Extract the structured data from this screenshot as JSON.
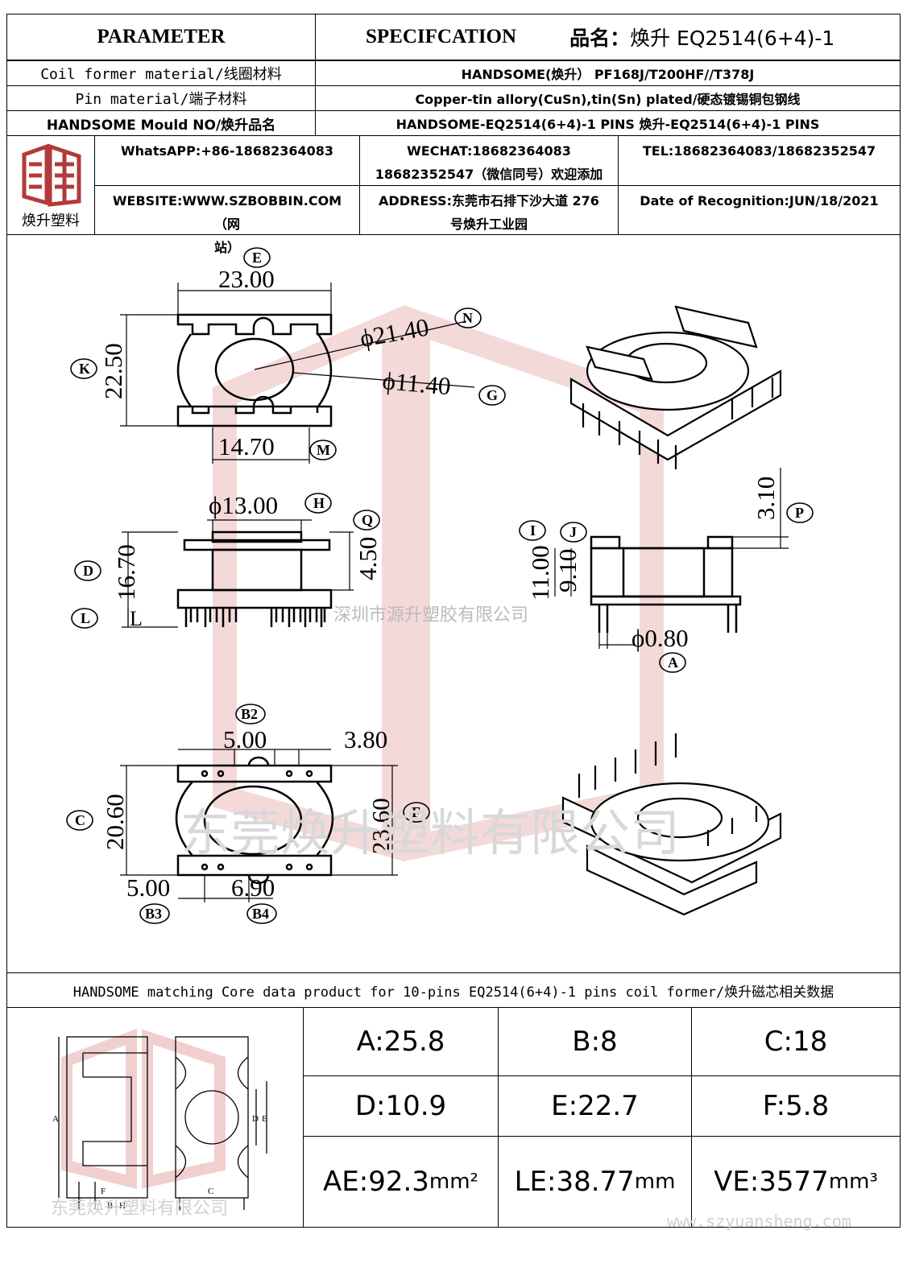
{
  "header": {
    "parameter": "PARAMETER",
    "specification": "SPECIFCATION",
    "product_name_label": "品名：",
    "product_name_value": "焕升 EQ2514(6+4)-1"
  },
  "rows": [
    {
      "label": "Coil former material/线圈材料",
      "value": "HANDSOME(焕升）  PF168J/T200HF//T378J"
    },
    {
      "label": "Pin material/端子材料",
      "value": "Copper-tin allory(CuSn),tin(Sn) plated/硬态镀锡铜包钢线"
    },
    {
      "label": "HANDSOME Mould NO/焕升品名",
      "value": "HANDSOME-EQ2514(6+4)-1 PINS   焕升-EQ2514(6+4)-1 PINS"
    }
  ],
  "company": {
    "logo_caption": "焕升塑料",
    "whatsapp": "WhatsAPP:+86-18682364083",
    "wechat_line1": "WECHAT:18682364083",
    "wechat_line2": "18682352547（微信同号）欢迎添加",
    "tel": "TEL:18682364083/18682352547",
    "website_line1": "WEBSITE:WWW.SZBOBBIN.COM（网",
    "website_line2": "站）",
    "address_line1": "ADDRESS:东莞市石排下沙大道 276",
    "address_line2": "号焕升工业园",
    "date": "Date of Recognition:JUN/18/2021"
  },
  "drawing": {
    "top_view": {
      "E": "23.00",
      "E_tag": "E",
      "K": "22.50",
      "K_tag": "K",
      "N": "ϕ21.40",
      "N_tag": "N",
      "G": "ϕ11.40",
      "G_tag": "G",
      "M": "14.70",
      "M_tag": "M"
    },
    "side_view": {
      "H": "ϕ13.00",
      "H_tag": "H",
      "Q": "4.50",
      "Q_tag": "Q",
      "D": "16.70",
      "D_tag": "D",
      "L_tag": "L"
    },
    "right_side_view": {
      "P": "3.10",
      "P_tag": "P",
      "I": "11.00",
      "I_tag": "I",
      "J": "9.10",
      "J_tag": "J",
      "A": "ϕ0.80",
      "A_tag": "A"
    },
    "bottom_view": {
      "B2": "5.00",
      "B2_tag": "B2",
      "B2b": "3.80",
      "C": "20.60",
      "C_tag": "C",
      "F": "23.60",
      "F_tag": "F",
      "B3": "5.00",
      "B3_tag": "B3",
      "B4": "6.90",
      "B4_tag": "B4"
    },
    "watermark_small": "深圳市源升塑胶有限公司",
    "watermark_large": "东莞焕升塑料有限公司"
  },
  "core": {
    "title": "HANDSOME matching Core data  product for 10-pins EQ2514(6+4)-1 pins coil former/焕升磁芯相关数据",
    "values": [
      {
        "label": "A:25.8",
        "unit": ""
      },
      {
        "label": "B:8",
        "unit": ""
      },
      {
        "label": "C:18",
        "unit": ""
      },
      {
        "label": "D:10.9",
        "unit": ""
      },
      {
        "label": "E:22.7",
        "unit": ""
      },
      {
        "label": "F:5.8",
        "unit": ""
      },
      {
        "label": "AE:92.3",
        "unit": "mm²"
      },
      {
        "label": "LE:38.77",
        "unit": "mm"
      },
      {
        "label": "VE:3577",
        "unit": "mm³"
      }
    ],
    "diagram_labels": {
      "A": "A",
      "B": "B",
      "C": "C",
      "D": "D",
      "E": "E",
      "F": "F",
      "H": "H"
    },
    "watermark": "东莞焕升塑料有限公司",
    "url_watermark": "www.szyuansheng.com"
  }
}
